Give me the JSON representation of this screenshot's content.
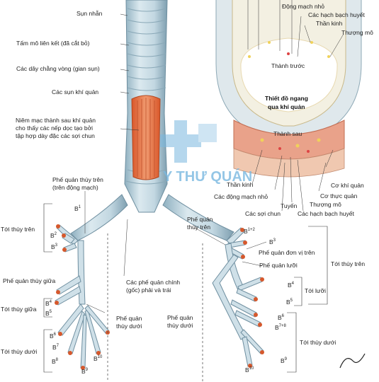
{
  "labels_left": {
    "cartilage": "Sụn nhẫn",
    "ct_sheath": "Tấm mô liên kết (đã cắt bỏ)",
    "annular": "Các dây chằng vòng (gian sụn)",
    "tracheal_cart": "Các sụn khí quản",
    "mucosa1": "Niêm mạc thành sau khí quản",
    "mucosa2": "cho thấy các nếp dọc tạo bởi",
    "mucosa3": "tập hợp dày đặc các sợi chun",
    "upper_lobe_left1": "Phế quản thùy trên",
    "upper_lobe_left2": "(trên động mạch)",
    "to_upper": "Tới thùy trên",
    "middle_lobe": "Phế quản thùy giữa",
    "to_middle": "Tới thùy giữa",
    "lower_lobe_left1": "Phế quản",
    "lower_lobe_left2": "thùy dưới",
    "to_lower": "Tới thùy dưới",
    "main_bronchi1": "Các phế quản chính",
    "main_bronchi2": "(gốc) phải và trái"
  },
  "labels_right": {
    "small_artery": "Động mạch nhỏ",
    "lymph": "Các hạch bạch huyết",
    "nerve": "Thần kinh",
    "epithelium": "Thượng mô",
    "anterior_wall": "Thành trước",
    "cross_title1": "Thiết đồ ngang",
    "cross_title2": "qua khí quản",
    "posterior_wall": "Thành sau",
    "nerve2": "Thần kinh",
    "small_arteries": "Các động mạch nhỏ",
    "gland": "Tuyến",
    "elastic": "Các sợi chun",
    "epithelium2": "Thượng mô",
    "lymph2": "Các hạch bạch huyết",
    "trach_muscle": "Cơ khí quản",
    "esoph_muscle": "Cơ thực quản",
    "upper_lobe_right1": "Phế quản",
    "upper_lobe_right2": "thùy trên",
    "segmental": "Phế quản đơn vị trên",
    "lingular": "Phế quản lưỡi",
    "to_upper_r": "Tới thùy trên",
    "to_lingula": "Tới lưỡi",
    "lower_lobe_right1": "Phế quản",
    "lower_lobe_right2": "thùy dưới",
    "to_lower_r": "Tới thùy dưới"
  },
  "segments": {
    "b1": "B",
    "b1_sup": "1",
    "b2": "B",
    "b2_sup": "2",
    "b3": "B",
    "b3_sup": "3",
    "b4": "B",
    "b4_sup": "4",
    "b5": "B",
    "b5_sup": "5",
    "b6": "B",
    "b6_sup": "6",
    "b7": "B",
    "b7_sup": "7",
    "b8": "B",
    "b8_sup": "8",
    "b9": "B",
    "b9_sup": "9",
    "b10": "B",
    "b10_sup": "10",
    "rb12": "B",
    "rb12_sup": "1+2",
    "rb3": "B",
    "rb3_sup": "3",
    "rb4": "B",
    "rb4_sup": "4",
    "rb5": "B",
    "rb5_sup": "5",
    "rb6": "B",
    "rb6_sup": "6",
    "rb78": "B",
    "rb78_sup": "7+8",
    "rb9": "B",
    "rb9_sup": "9",
    "rb10": "B",
    "rb10_sup": "10"
  },
  "watermark": "Y THƯ QUÁN",
  "signature": "F. Netter",
  "colors": {
    "airway": "#c9dde6",
    "airway_dark": "#7fa3b5",
    "mucosa": "#e8794a",
    "cross_ring": "#e3ecf0",
    "cross_fill": "#f5f2e6",
    "muscle": "#e8a090"
  }
}
